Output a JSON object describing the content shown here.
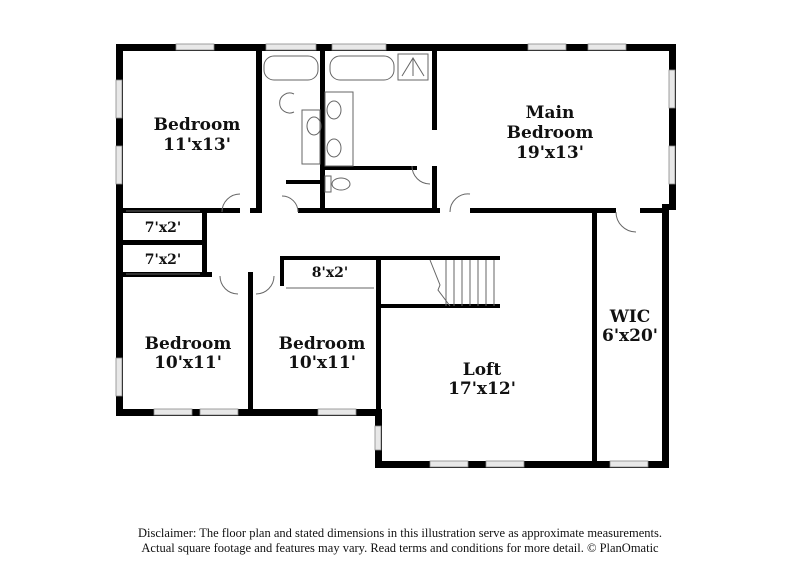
{
  "floor_plan": {
    "rooms": [
      {
        "id": "bedroom-1",
        "name": "Bedroom",
        "dims": "11'x13'"
      },
      {
        "id": "main-bedroom",
        "name_line1": "Main",
        "name_line2": "Bedroom",
        "dims": "19'x13'"
      },
      {
        "id": "closet-1",
        "dims": "7'x2'"
      },
      {
        "id": "closet-2",
        "dims": "7'x2'"
      },
      {
        "id": "closet-3",
        "dims": "8'x2'"
      },
      {
        "id": "bedroom-2",
        "name": "Bedroom",
        "dims": "10'x11'"
      },
      {
        "id": "bedroom-3",
        "name": "Bedroom",
        "dims": "10'x11'"
      },
      {
        "id": "loft",
        "name": "Loft",
        "dims": "17'x12'"
      },
      {
        "id": "wic",
        "name": "WIC",
        "dims": "6'x20'"
      }
    ],
    "colors": {
      "wall": "#000000",
      "window": "#bbbbbb",
      "fixture": "#666666",
      "background": "#ffffff"
    }
  },
  "disclaimer": {
    "line1": "Disclaimer: The floor plan and stated dimensions in this illustration serve as approximate measurements.",
    "line2": "Actual square footage and features may vary. Read terms and conditions for more detail. © PlanOmatic"
  }
}
